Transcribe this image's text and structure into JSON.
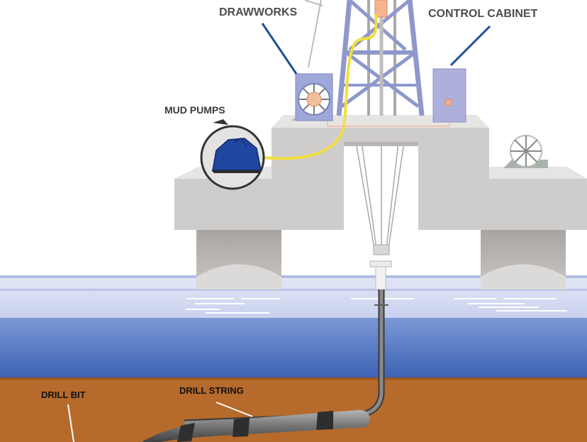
{
  "labels": {
    "drawworks": "DRAWWORKS",
    "control_cabinet": "CONTROL CABINET",
    "mud_pumps": "MUD PUMPS",
    "drill_bit": "DRILL BIT",
    "drill_string": "DRILL STRING"
  },
  "colors": {
    "leader_line": "#1f4e99",
    "platform": "#cfcccc",
    "pontoon": "#b8b4b2",
    "derrick": "#8e98cc",
    "cabinet": "#a9a9d6",
    "pump_body": "#1e449c",
    "hydraulic_line": "#f4e24a",
    "sea_surface": "#d5dbf0",
    "sea_deep": "#5f82c8",
    "seabed": "#b5662a",
    "pipe": "#7e7e7e"
  }
}
